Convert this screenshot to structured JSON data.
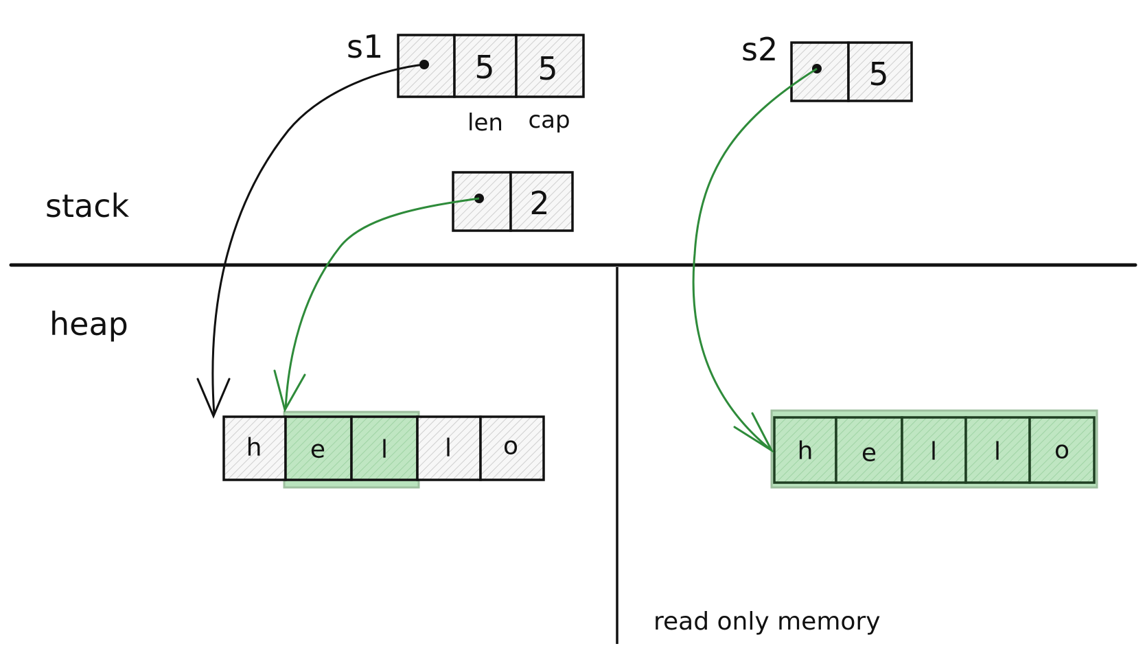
{
  "regions": {
    "stack_label": "stack",
    "heap_label": "heap",
    "readonly_label": "read only memory"
  },
  "s1": {
    "name": "s1",
    "len": "5",
    "cap": "5",
    "len_label": "len",
    "cap_label": "cap"
  },
  "slice": {
    "len": "2"
  },
  "s2": {
    "name": "s2",
    "len": "5"
  },
  "heap_string": {
    "chars": [
      "h",
      "e",
      "l",
      "l",
      "o"
    ]
  },
  "readonly_string": {
    "chars": [
      "h",
      "e",
      "l",
      "l",
      "o"
    ]
  },
  "colors": {
    "ink": "#111111",
    "hatch_gray": "#d8d8d8",
    "highlight_green": "#b2dfb5",
    "arrow_green": "#2e8b3a"
  }
}
